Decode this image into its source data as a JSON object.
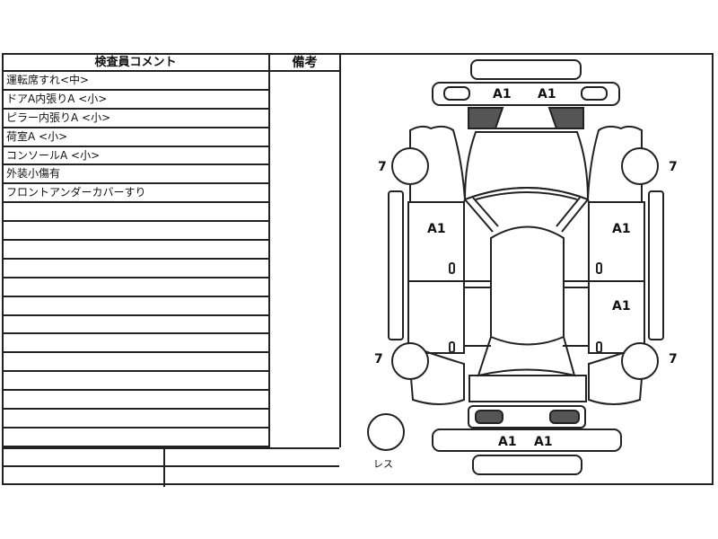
{
  "comments_table": {
    "header_comment": "検査員コメント",
    "header_remarks": "備考",
    "rows": [
      "運転席すれ<中>",
      "ドアA内張りA <小>",
      "ピラー内張りA <小>",
      "荷室A <小>",
      "コンソールA <小>",
      "外装小傷有",
      "フロントアンダーカバーすり"
    ],
    "total_rows": 20
  },
  "diagram": {
    "front_bumper_marks": [
      "A1",
      "A1"
    ],
    "rear_bumper_marks": [
      "A1",
      "A1"
    ],
    "left_front_door_mark": "A1",
    "right_front_door_mark": "A1",
    "right_rear_door_mark": "A1",
    "tire_depth": {
      "front_left": "7",
      "front_right": "7",
      "rear_left": "7",
      "rear_right": "7"
    },
    "spare_tire_label": "レス"
  }
}
